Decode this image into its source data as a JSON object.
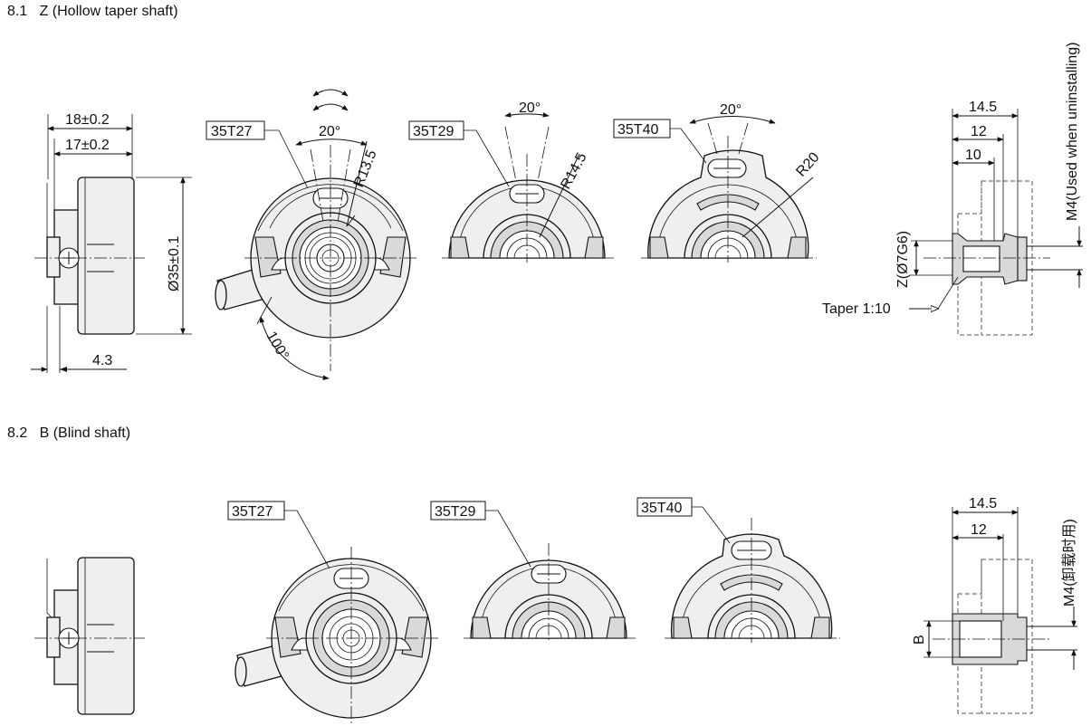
{
  "section_z": {
    "title": "8.1   Z (Hollow taper shaft)",
    "side_view": {
      "dim_overall": "18±0.2",
      "dim_body": "17±0.2",
      "dim_diameter": "Ø35±0.1",
      "dim_flange": "4.3"
    },
    "front_view": {
      "tag": "35T27",
      "angle": "20°",
      "radius": "R13.5",
      "cable_angle": "100°"
    },
    "view_35T29": {
      "tag": "35T29",
      "angle": "20°",
      "radius": "R14.5"
    },
    "view_35T40": {
      "tag": "35T40",
      "angle": "20°",
      "radius": "R20"
    },
    "shaft_detail": {
      "dim_a": "14.5",
      "dim_b": "12",
      "dim_c": "10",
      "bore": "Z(Ø7G6)",
      "taper": "Taper 1:10",
      "thread": "M4(Used when uninstalling)"
    }
  },
  "section_b": {
    "title": "8.2   B (Blind shaft)",
    "front_view": {
      "tag": "35T27"
    },
    "view_35T29": {
      "tag": "35T29"
    },
    "view_35T40": {
      "tag": "35T40"
    },
    "shaft_detail": {
      "dim_a": "14.5",
      "dim_b": "12",
      "bore": "B",
      "thread": "M4(卸载时用)"
    }
  },
  "colors": {
    "line": "#111111",
    "fill": "#efefef",
    "shade": "#d9d9d9"
  }
}
